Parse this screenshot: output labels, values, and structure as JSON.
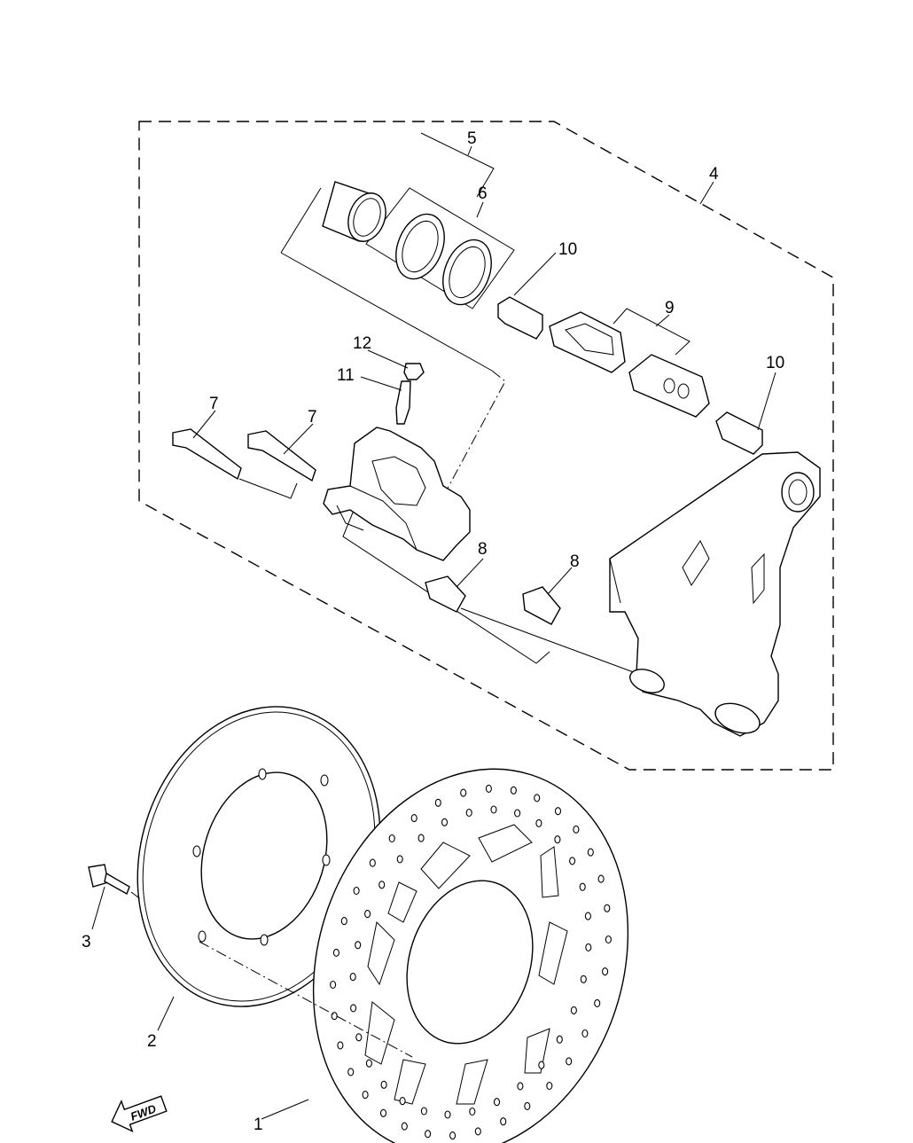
{
  "callouts": {
    "p1": "1",
    "p2": "2",
    "p3": "3",
    "p4": "4",
    "p5": "5",
    "p6": "6",
    "p7a": "7",
    "p7b": "7",
    "p8a": "8",
    "p8b": "8",
    "p9": "9",
    "p10a": "10",
    "p10b": "10",
    "p11": "11",
    "p12": "12"
  },
  "fwd_label": "FWD",
  "colors": {
    "line": "#000000",
    "background": "#ffffff"
  }
}
